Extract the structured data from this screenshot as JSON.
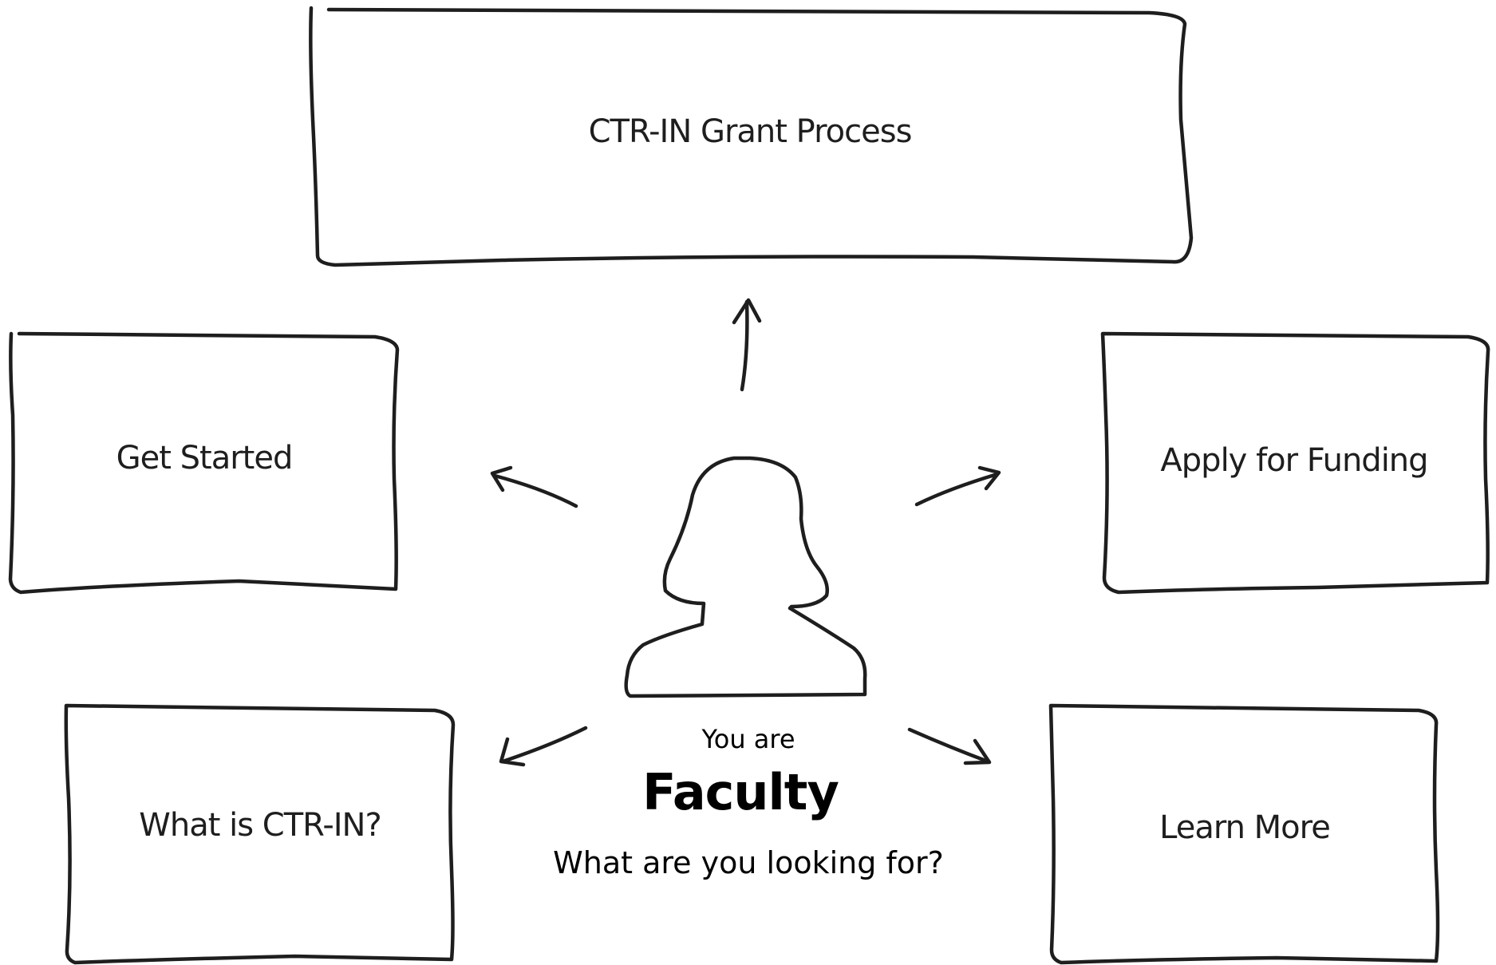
{
  "nodes": {
    "grant_process": {
      "label": "CTR-IN Grant Process"
    },
    "get_started": {
      "label": "Get Started"
    },
    "apply_funding": {
      "label": "Apply for Funding"
    },
    "what_is": {
      "label": "What is CTR-IN?"
    },
    "learn_more": {
      "label": "Learn More"
    }
  },
  "center": {
    "you_are": "You are",
    "role": "Faculty",
    "question": "What are you looking for?"
  },
  "icons": {
    "person": "person-silhouette-icon"
  },
  "colors": {
    "stroke": "#1e1e1e",
    "background": "#ffffff"
  }
}
